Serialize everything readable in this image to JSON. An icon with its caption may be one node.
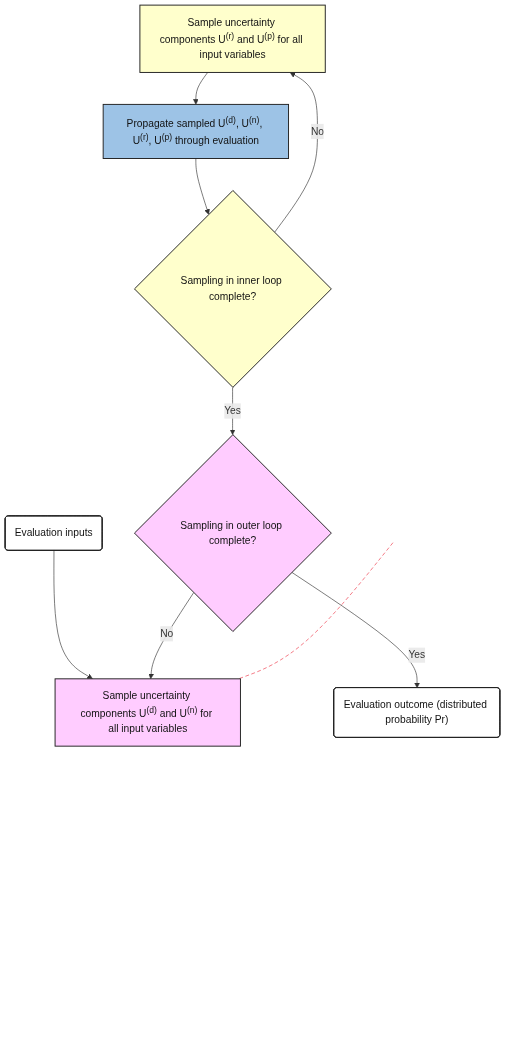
{
  "diagram": {
    "nodes": [
      {
        "text": [
          "Evaluation inputs"
        ]
      },
      {
        "text": [
          "Sample uncertainty components U$^{(d)}$ and U$^{(n)}$ for all input variables"
        ]
      },
      {
        "text": [
          "Sample uncertainty components U$^{(r)}$ and U$^{(p)}$ for all input variables"
        ]
      },
      {
        "text": [
          "Propagate sampled U$^{(d)}$, U$^{(n)}$, U$^{(r)}$, U$^{(p)}$ through evaluation"
        ]
      },
      {
        "text": [
          "Sampling in inner loop complete?"
        ]
      },
      {
        "text": [
          "Sampling in outer loop complete?"
        ]
      },
      {
        "text": [
          "Evaluation outcome (distributed probability Pr)"
        ]
      }
    ],
    "edges": [
      {
        "from": 0,
        "to": 1,
        "arrow": "to"
      },
      {
        "from": 2,
        "to": 3,
        "arrow": "to"
      },
      {
        "from": 3,
        "to": 4,
        "arrow": "to"
      },
      {
        "from": 4,
        "to": 2,
        "arrow": "to",
        "label": "No"
      },
      {
        "from": 4,
        "to": 5,
        "arrow": "to",
        "label": "Yes"
      },
      {
        "from": 5,
        "to": 1,
        "arrow": "to",
        "label": "No"
      },
      {
        "from": 5,
        "to": 6,
        "arrow": "to",
        "label": "Yes"
      },
      {
        "from": null,
        "to": 1,
        "arrow": "none",
        "style": "dashed",
        "color": "#ee3344"
      }
    ]
  }
}
